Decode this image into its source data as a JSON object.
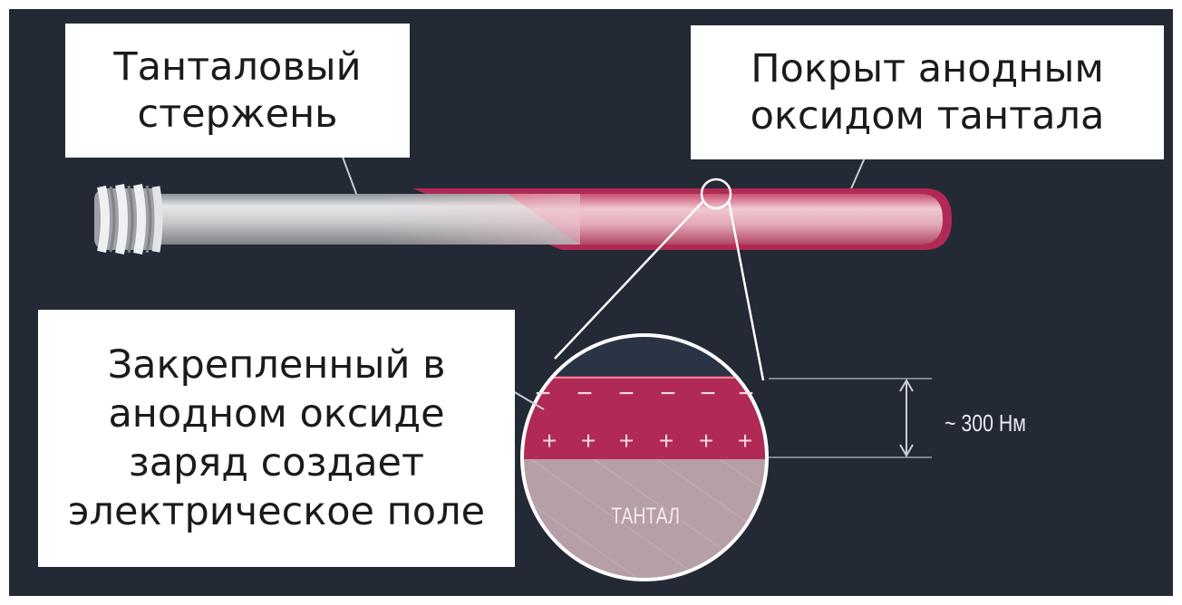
{
  "labels": {
    "rod": "Танталовый\nстержень",
    "oxide_coating": "Покрыт анодным\nоксидом тантала",
    "charge_field": "Закрепленный в\nанодном оксиде\nзаряд создает\nэлектрическое поле"
  },
  "magnifier": {
    "material": "ТАНТАЛ",
    "minus_sign": "−",
    "plus_sign": "+",
    "thickness": "~ 300 Нм"
  },
  "colors": {
    "background": "#232a36",
    "oxide": "#b02a55",
    "tantalum": "#b79fa7",
    "rod_metal": "#d8d8d8"
  }
}
